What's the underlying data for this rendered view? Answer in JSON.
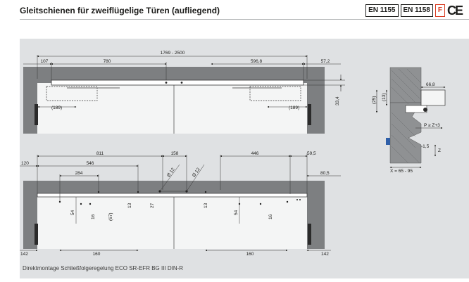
{
  "header": {
    "title": "Gleitschienen für zweiflügelige Türen (aufliegend)",
    "badges": [
      "EN 1155",
      "EN 1158",
      "F"
    ],
    "ce_mark": "CE"
  },
  "caption": "Direktmontage Schließfolgeregelung ECO SR-EFR BG III DIN-R",
  "top_view": {
    "dims": {
      "overall": "1769 - 2500",
      "left_offset": "107",
      "left_arm": "780",
      "right_arm": "596,8",
      "right_offset": "57,2",
      "left_inner": "(189)",
      "right_inner": "(189)",
      "height": "33,4"
    }
  },
  "section": {
    "dims": {
      "depth": "66,8",
      "h1": "(13)",
      "h2": "(25)",
      "p": "P ≥ Z+3",
      "z": "Z",
      "offset": "-1,5",
      "x": "X = 65 - 95"
    }
  },
  "bottom_view": {
    "dims": {
      "d811": "811",
      "d158": "158",
      "d446": "446",
      "d59_5": "59,5",
      "d120": "120",
      "d546": "546",
      "d80_5": "80,5",
      "d284": "284",
      "phi1": "Ø 12",
      "phi2": "Ø 12",
      "d13a": "13",
      "d27": "27",
      "d13b": "13",
      "d54a": "54",
      "d16a": "16",
      "d67": "(67)",
      "d54b": "54",
      "d16b": "16",
      "d142l": "142",
      "d160l": "160",
      "d160r": "160",
      "d142r": "142"
    }
  }
}
